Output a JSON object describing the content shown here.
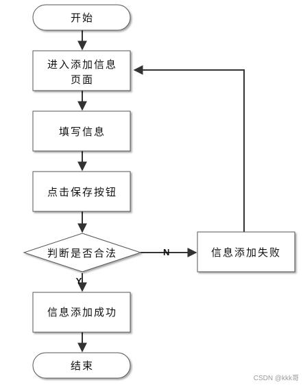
{
  "nodes": {
    "start": "开始",
    "enter_page_line1": "进入添加信息",
    "enter_page_line2": "页面",
    "fill_info": "填写信息",
    "click_save": "点击保存按钮",
    "decision": "判断是否合法",
    "fail": "信息添加失败",
    "success": "信息添加成功",
    "end": "结束"
  },
  "edges": {
    "no_label": "N",
    "yes_label": "Y"
  },
  "watermark": "CSDN @kkk哥"
}
